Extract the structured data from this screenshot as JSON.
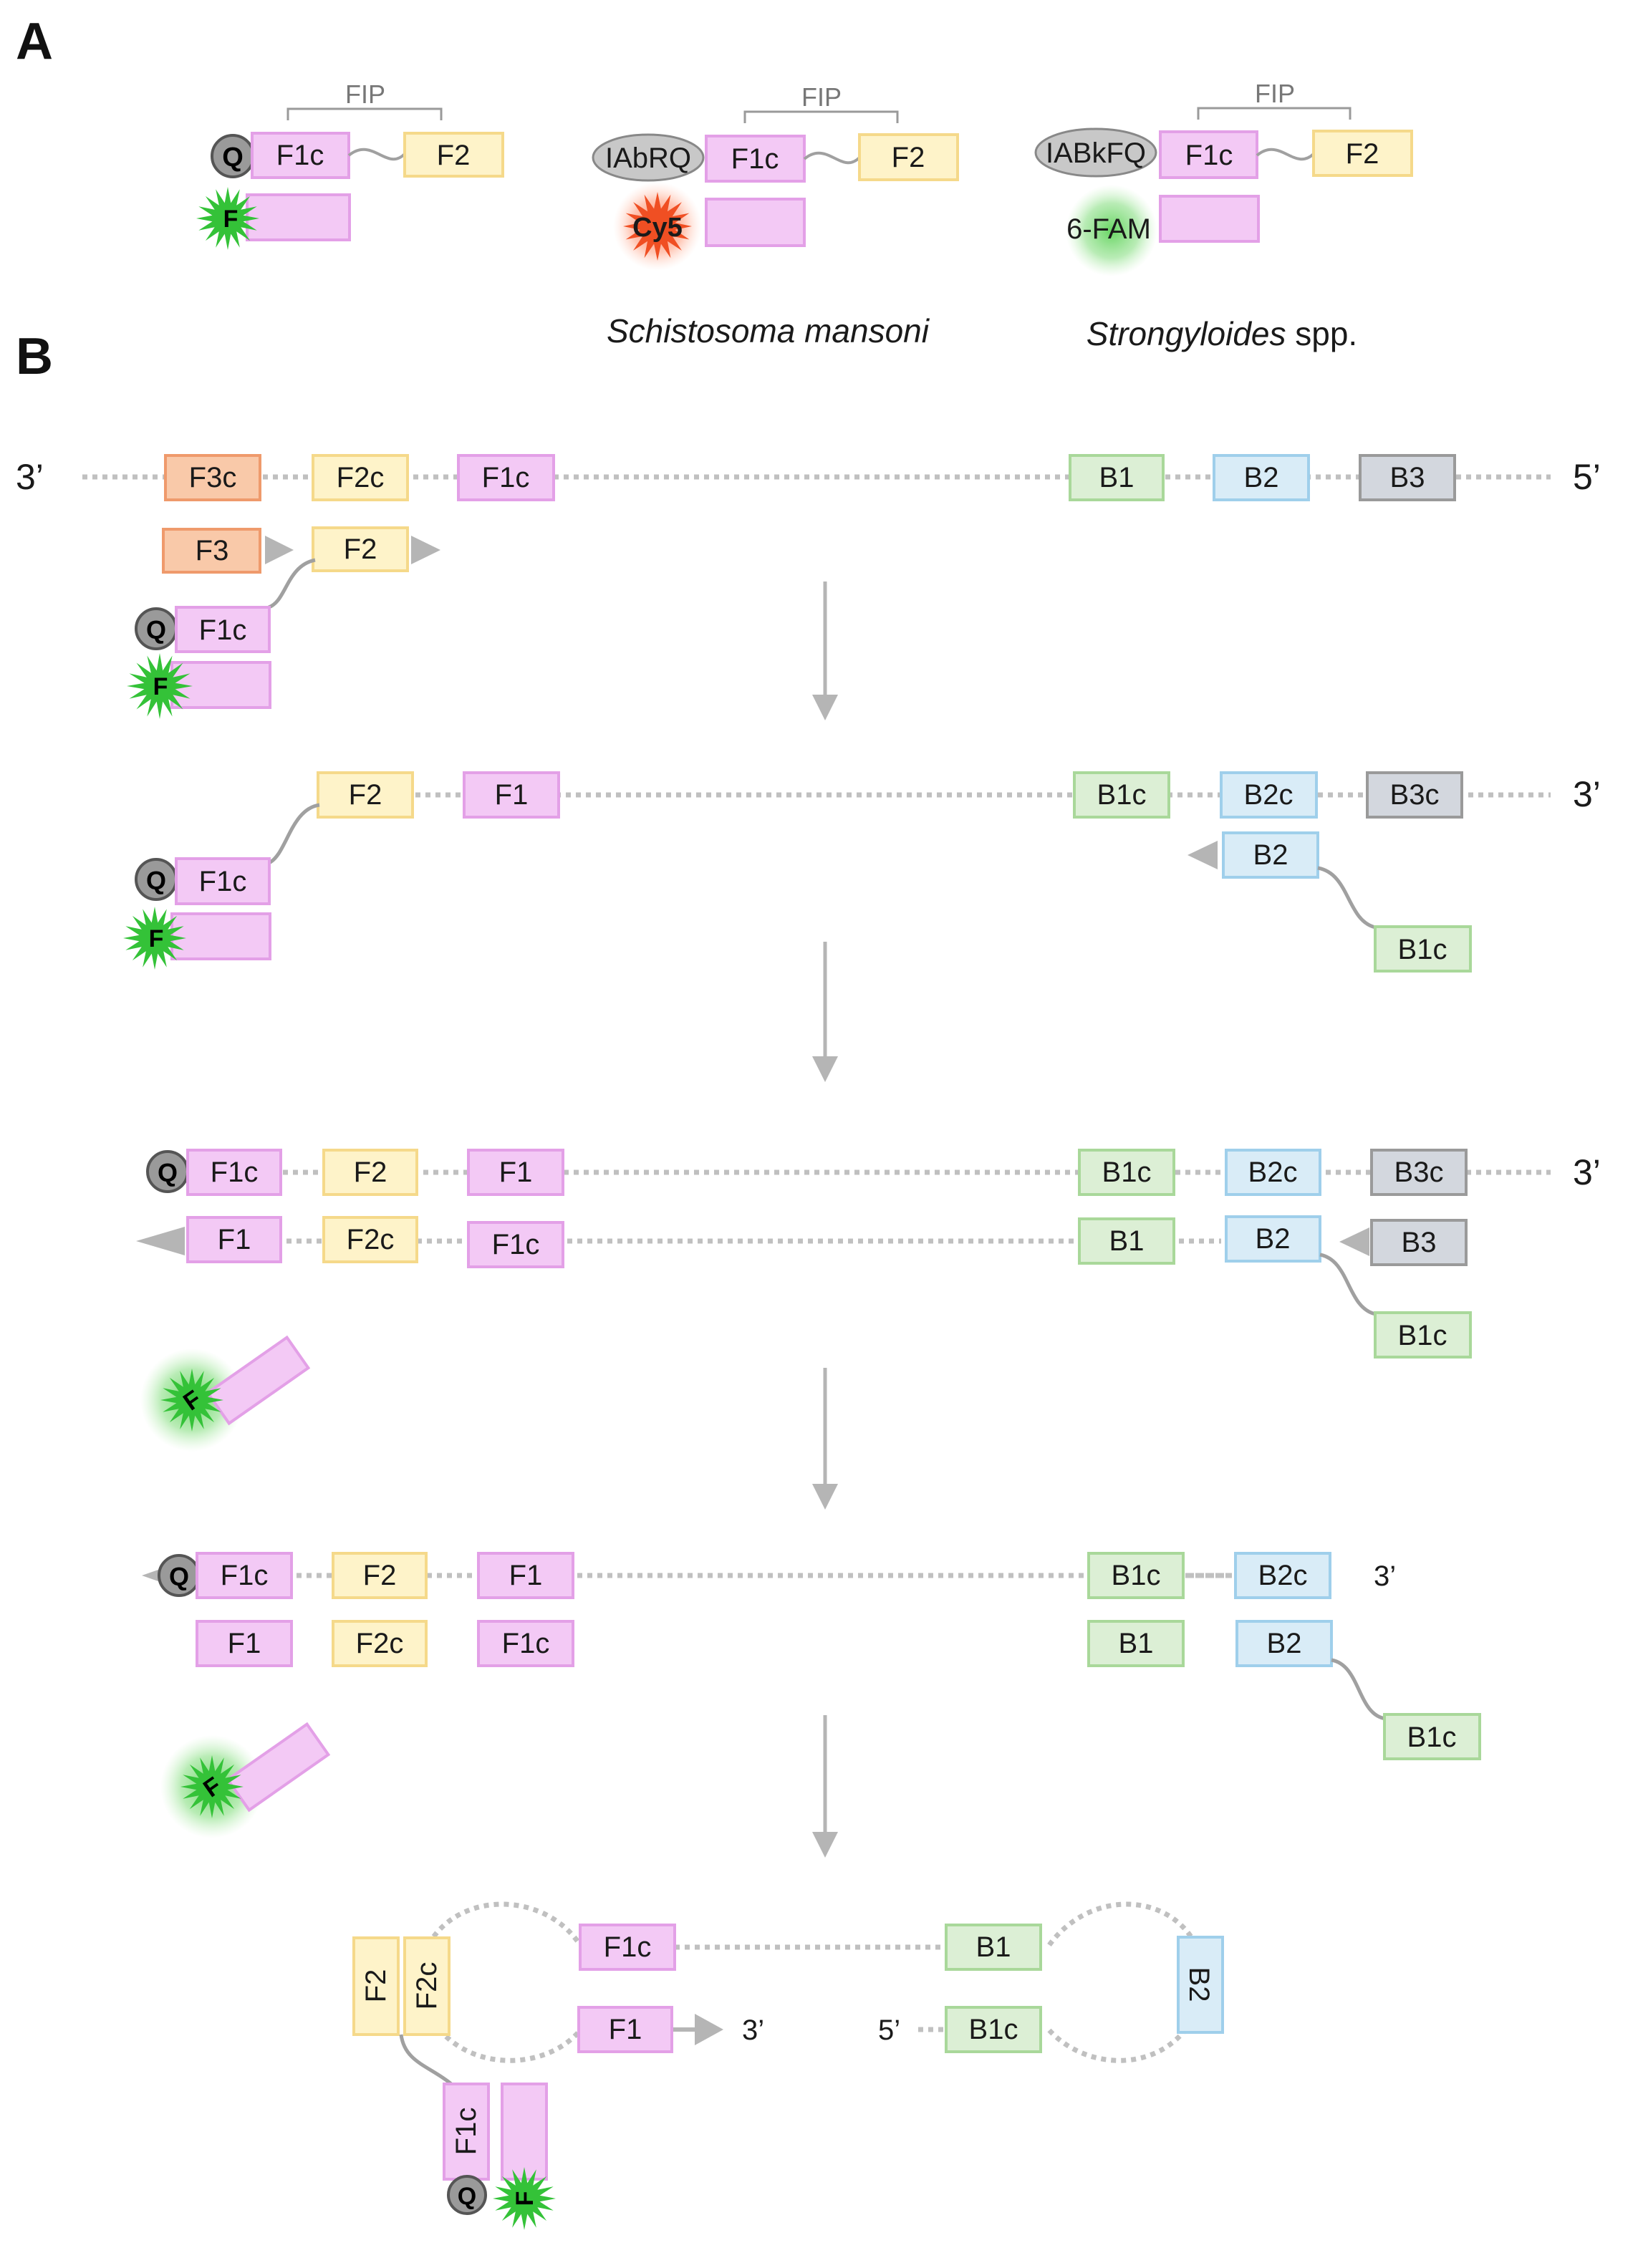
{
  "colors": {
    "F3": {
      "fill": "#f9c9a9",
      "stroke": "#ef9a6c"
    },
    "F2": {
      "fill": "#fef3c9",
      "stroke": "#f5d98a"
    },
    "F1": {
      "fill": "#f3c9f5",
      "stroke": "#e3a0e7"
    },
    "B1": {
      "fill": "#dcefd5",
      "stroke": "#a9d89a"
    },
    "B2": {
      "fill": "#d9ecf7",
      "stroke": "#9fcfeb"
    },
    "B3": {
      "fill": "#d3d7de",
      "stroke": "#9a9a9a"
    },
    "dots": "#c0c0c0",
    "arrow": "#b5b5b5",
    "star_green": "#34c238",
    "star_red": "#f04f23",
    "quencher": "#9a9a9a"
  },
  "panel_a": {
    "label": "A",
    "fip_label": "FIP",
    "probe1": {
      "quencher": "Q",
      "fluor": "F",
      "f1c": "F1c",
      "f2": "F2"
    },
    "probe2": {
      "quencher": "IAbRQ",
      "fluor": "Cy5",
      "f1c": "F1c",
      "f2": "F2",
      "species_italic": "Schistosoma mansoni",
      "species_suffix": ""
    },
    "probe3": {
      "quencher": "IABkFQ",
      "fluor": "6-FAM",
      "f1c": "F1c",
      "f2": "F2",
      "species_italic": "Strongyloides",
      "species_suffix": " spp."
    }
  },
  "panel_b": {
    "label": "B",
    "step1": {
      "end_left": "3’",
      "end_right": "5’",
      "template": [
        "F3c",
        "F2c",
        "F1c",
        "B1",
        "B2",
        "B3"
      ],
      "primer_f3": "F3",
      "primer_f2": "F2",
      "probe_f1c": "F1c",
      "quencher": "Q",
      "fluor": "F"
    },
    "step2": {
      "end_right": "3’",
      "strand": [
        "F2",
        "F1",
        "B1c",
        "B2c",
        "B3c"
      ],
      "primer_b2": "B2",
      "primer_b1c": "B1c",
      "probe_f1c": "F1c",
      "quencher": "Q",
      "fluor": "F"
    },
    "step3": {
      "end_right": "3’",
      "top": [
        "F1c",
        "F2",
        "F1",
        "B1c",
        "B2c",
        "B3c"
      ],
      "bottom": [
        "F1",
        "F2c",
        "F1c",
        "B1",
        "B2",
        "B3"
      ],
      "b1c": "B1c",
      "quencher": "Q",
      "fluor": "F"
    },
    "step4": {
      "end_right": "3’",
      "top": [
        "F1c",
        "F2",
        "F1",
        "B1c",
        "B2c"
      ],
      "bottom": [
        "F1",
        "F2c",
        "F1c",
        "B1",
        "B2"
      ],
      "b1c": "B1c",
      "quencher": "Q",
      "fluor": "F"
    },
    "step5": {
      "f2": "F2",
      "f2c": "F2c",
      "f1c_top": "F1c",
      "f1_bottom": "F1",
      "b1": "B1",
      "b1c": "B1c",
      "b2": "B2",
      "end_3": "3’",
      "end_5": "5’",
      "probe_f1c": "F1c",
      "quencher": "Q",
      "fluor": "F"
    }
  }
}
